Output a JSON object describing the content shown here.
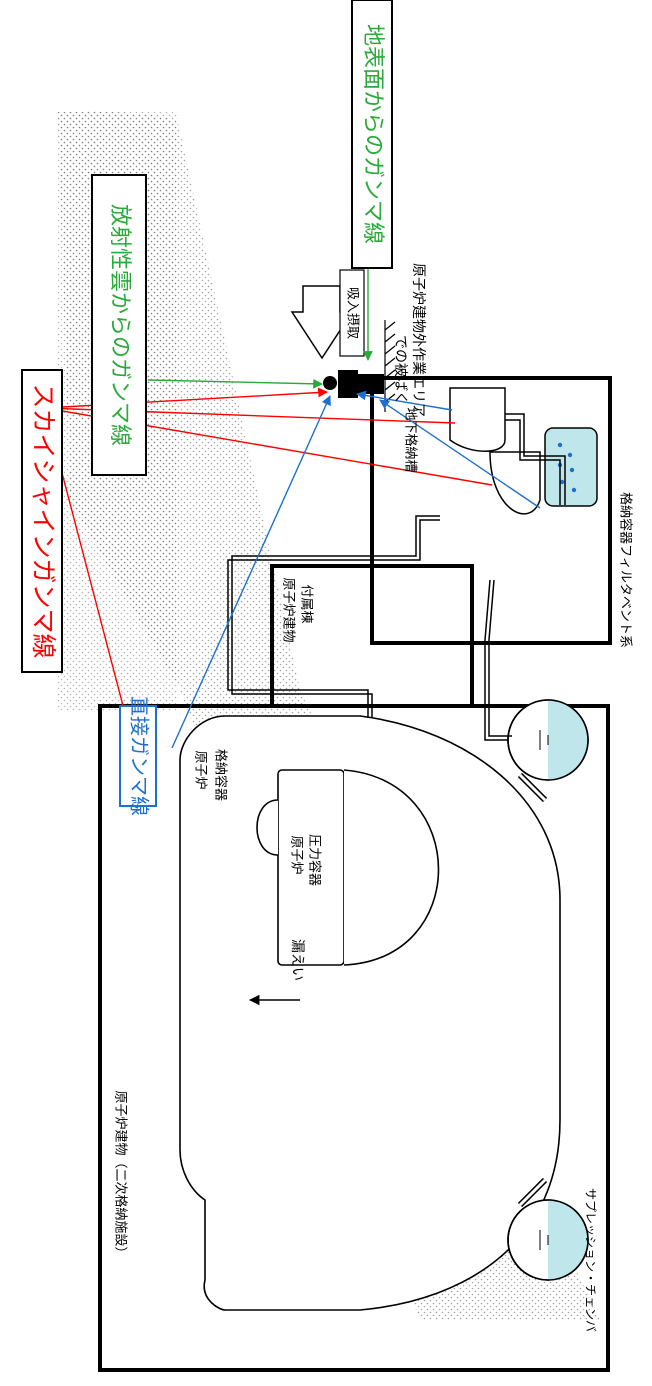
{
  "labels": {
    "skyshine_gamma": "スカイシャインガンマ線",
    "plume_gamma": "放射性雲からのガンマ線",
    "ground_gamma": "地表面からのガンマ線",
    "direct_gamma": "直接ガンマ線",
    "inhalation": "吸入摂取",
    "worker_exposure_line1": "原子炉建物外作業エリア",
    "worker_exposure_line2": "での被ばく",
    "underground_tank": "地下格納槽",
    "filter_vent_system": "格納容器フィルタベント系",
    "annex_line1": "原子炉建物",
    "annex_line2": "付属棟",
    "reactor_building": "原子炉建物（二次格納施設）",
    "containment_line1": "原子炉",
    "containment_line2": "格納容器",
    "pressure_vessel_line1": "原子炉",
    "pressure_vessel_line2": "圧力容器",
    "leak": "漏えい",
    "suppression_chamber": "サプレッション・チェンバ"
  },
  "colors": {
    "skyshine": "#ff0000",
    "direct": "#1e6fd0",
    "plume_ground": "#2aaa3a",
    "water": "#bfe6ea",
    "outline": "#000000"
  }
}
